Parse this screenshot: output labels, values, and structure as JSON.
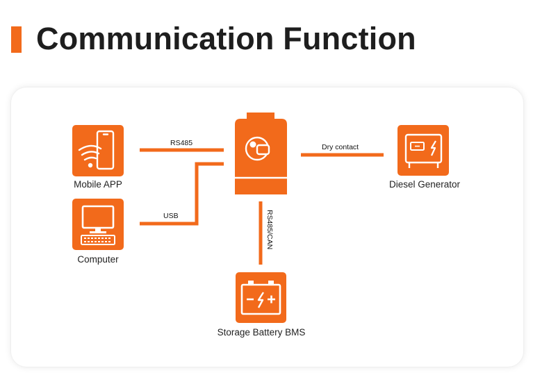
{
  "header": {
    "title": "Communication Function"
  },
  "colors": {
    "accent": "#f26a1b",
    "text": "#1e1e1e"
  },
  "nodes": {
    "mobile_app": {
      "label": "Mobile APP",
      "icon": "phone-wifi-icon"
    },
    "computer": {
      "label": "Computer",
      "icon": "desktop-computer-icon"
    },
    "inverter": {
      "label": "",
      "icon": "inverter-icon"
    },
    "diesel_generator": {
      "label": "Diesel Generator",
      "icon": "generator-icon"
    },
    "battery_bms": {
      "label": "Storage Battery BMS",
      "icon": "battery-icon"
    }
  },
  "connections": {
    "rs485": "RS485",
    "usb": "USB",
    "dry_contact": "Dry contact",
    "rs485_can": "RS485/CAN"
  }
}
